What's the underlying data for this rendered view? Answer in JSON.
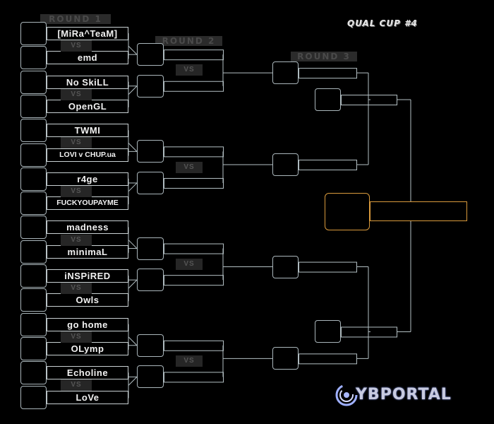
{
  "title": "QUAL CUP #4",
  "rounds": [
    "ROUND 1",
    "ROUND 2",
    "ROUND 3"
  ],
  "vs_label": "VS",
  "teams": [
    "[MiRa^TeaM]",
    "emd",
    "No SkiLL",
    "OpenGL",
    "TWMI",
    "LOVI v CHUP.ua",
    "r4ge",
    "FUCKYOUPAYME",
    "madness",
    "minimaL",
    "iNSPiRED",
    "Owls",
    "go home",
    "OLymp",
    "Echoline",
    "LoVe"
  ],
  "logo": {
    "text": "YBPORTAL",
    "icon": "swirl-logo-icon"
  },
  "colors": {
    "background": "#000000",
    "lines": "#b4c0c4",
    "champion_border": "#d99a3c",
    "label_bg": "#2b2b2b"
  }
}
